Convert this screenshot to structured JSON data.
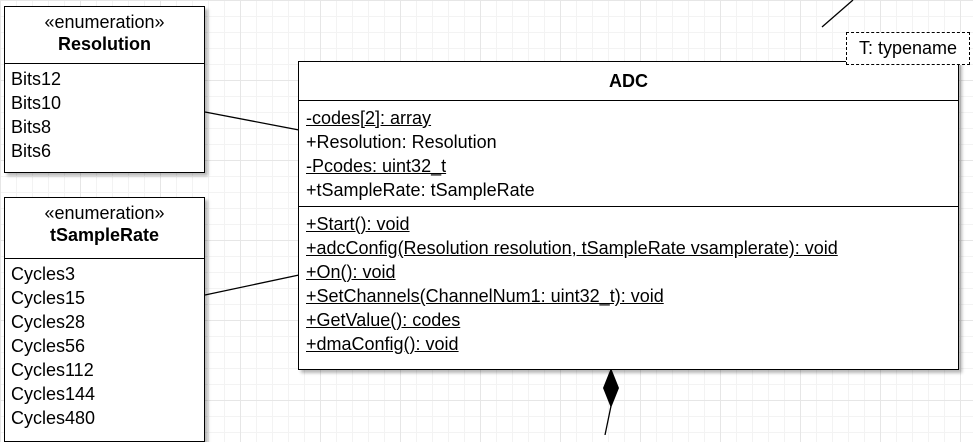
{
  "enum_resolution": {
    "stereotype": "«enumeration»",
    "name": "Resolution",
    "items": [
      "Bits12",
      "Bits10",
      "Bits8",
      "Bits6"
    ]
  },
  "enum_samplerate": {
    "stereotype": "«enumeration»",
    "name": "tSampleRate",
    "items": [
      "Cycles3",
      "Cycles15",
      "Cycles28",
      "Cycles56",
      "Cycles112",
      "Cycles144",
      "Cycles480"
    ]
  },
  "adc_class": {
    "name": "ADC",
    "template_param": "T: typename",
    "attributes": [
      "-codes[2]: array",
      "+Resolution: Resolution",
      "-Pcodes: uint32_t",
      "+tSampleRate: tSampleRate"
    ],
    "operations": [
      "+Start(): void",
      "+adcConfig(Resolution resolution, tSampleRate vsamplerate): void",
      "+On(): void",
      "+SetChannels(ChannelNum1: uint32_t): void",
      "+GetValue(): codes",
      "+dmaConfig(): void"
    ]
  }
}
